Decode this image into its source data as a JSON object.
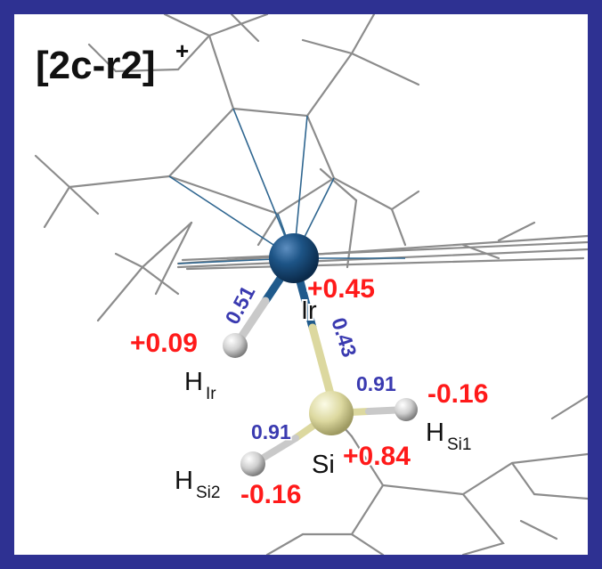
{
  "title": {
    "main": "[2c-r2]",
    "superscript": "+"
  },
  "atoms": {
    "ir": "Ir",
    "si": "Si",
    "h_ir": {
      "base": "H",
      "sub": "Ir"
    },
    "h_si1": {
      "base": "H",
      "sub": "Si1"
    },
    "h_si2": {
      "base": "H",
      "sub": "Si2"
    }
  },
  "charges": {
    "ir": "+0.45",
    "h_ir": "+0.09",
    "si": "+0.84",
    "h_si1": "-0.16",
    "h_si2": "-0.16"
  },
  "bond_orders": {
    "ir_h": "0.51",
    "ir_si": "0.43",
    "si_h1": "0.91",
    "si_h2": "0.91"
  },
  "colors": {
    "frame": "#2e3192",
    "ir_atom": "#1a4f80",
    "si_atom": "#d8d49a",
    "h_atom": "#c9c9c9",
    "charge_text": "#ff1a1a",
    "bond_order_text": "#3a3ab0",
    "wireframe": "#8c8c8c"
  }
}
